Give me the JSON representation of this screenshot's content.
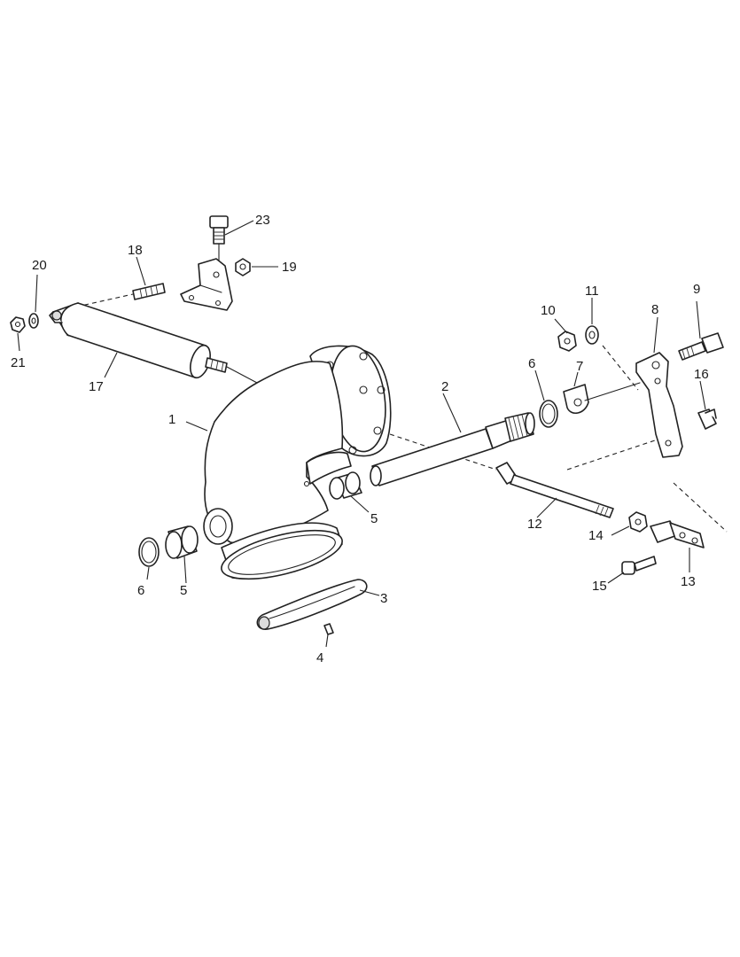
{
  "diagram": {
    "callouts": [
      {
        "id": "1",
        "text": "1"
      },
      {
        "id": "2",
        "text": "2"
      },
      {
        "id": "3",
        "text": "3"
      },
      {
        "id": "4",
        "text": "4"
      },
      {
        "id": "5a",
        "text": "5"
      },
      {
        "id": "5b",
        "text": "5"
      },
      {
        "id": "6a",
        "text": "6"
      },
      {
        "id": "6b",
        "text": "6"
      },
      {
        "id": "7",
        "text": "7"
      },
      {
        "id": "8",
        "text": "8"
      },
      {
        "id": "9",
        "text": "9"
      },
      {
        "id": "10",
        "text": "10"
      },
      {
        "id": "11",
        "text": "11"
      },
      {
        "id": "12",
        "text": "12"
      },
      {
        "id": "13",
        "text": "13"
      },
      {
        "id": "14",
        "text": "14"
      },
      {
        "id": "15",
        "text": "15"
      },
      {
        "id": "16",
        "text": "16"
      },
      {
        "id": "17",
        "text": "17"
      },
      {
        "id": "18",
        "text": "18"
      },
      {
        "id": "19",
        "text": "19"
      },
      {
        "id": "20",
        "text": "20"
      },
      {
        "id": "21",
        "text": "21"
      },
      {
        "id": "23",
        "text": "23"
      }
    ]
  }
}
